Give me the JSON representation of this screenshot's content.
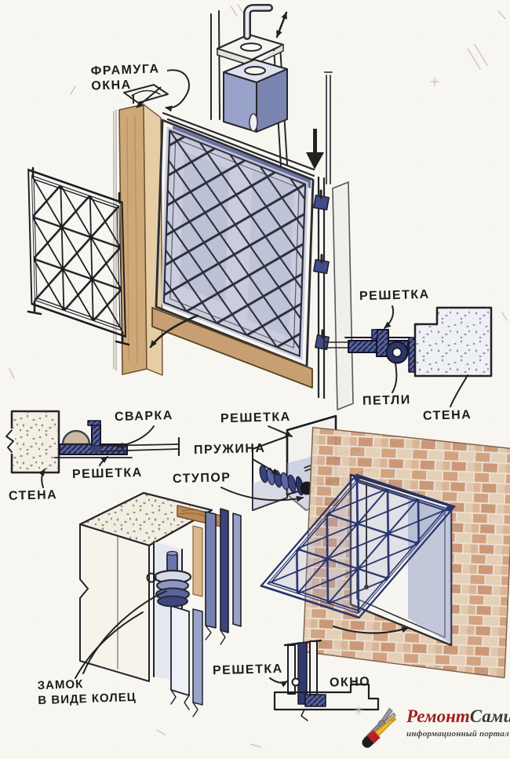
{
  "labels": {
    "framuga_line1": "ФРАМУГА",
    "framuga_line2": "ОКНА",
    "reshetka_hinge": "РЕШЕТКА",
    "petli": "ПЕТЛИ",
    "stena_right": "СТЕНА",
    "svarka": "СВАРКА",
    "reshetka_weld": "РЕШЕТКА",
    "stena_left": "СТЕНА",
    "reshetka_spring": "РЕШЕТКА",
    "pruzhina": "ПРУЖИНА",
    "stupor": "СТУПОР",
    "zamok_line1": "ЗАМОК",
    "zamok_line2": "В ВИДЕ КОЛЕЦ",
    "reshetka_section": "РЕШЕТКА",
    "okno": "ОКНО"
  },
  "logo": {
    "title_part1": "Ремонт",
    "title_part2": "Сами",
    "subtitle": "информационный портал",
    "brand_red": "#9e1e1e",
    "brand_dark": "#3a3a3a"
  },
  "colors": {
    "paper": "#f8f6f1",
    "ink": "#26262b",
    "blue_ink": "#2e3a74",
    "pencil_blue": "#aab2d6",
    "wood_tan": "#c9a06b",
    "brick": "#c89778"
  }
}
